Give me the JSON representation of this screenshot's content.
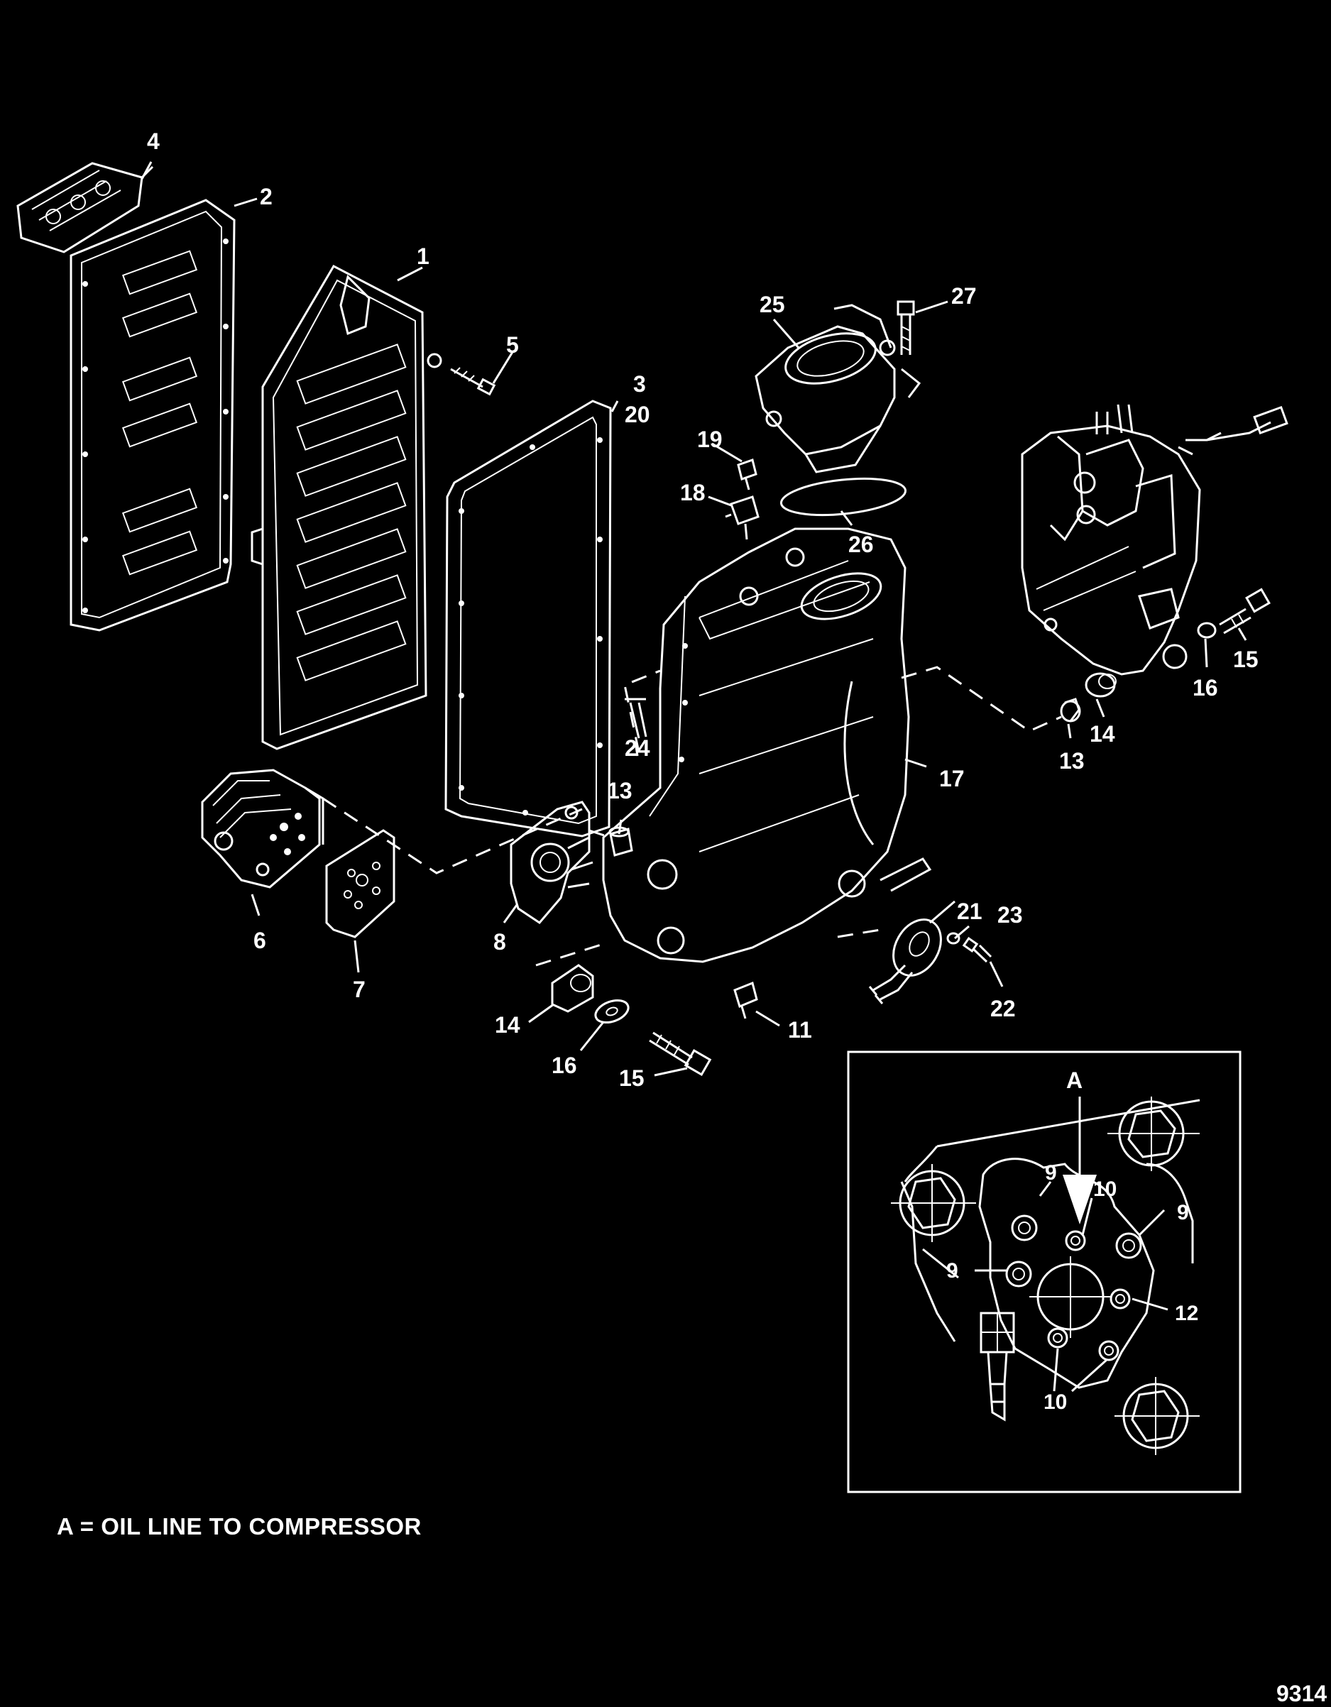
{
  "callouts": {
    "c1": "1",
    "c2": "2",
    "c3": "3",
    "c4": "4",
    "c5": "5",
    "c6": "6",
    "c7": "7",
    "c8": "8",
    "c11": "11",
    "c13a": "13",
    "c13b": "13",
    "c14a": "14",
    "c14b": "14",
    "c15a": "15",
    "c15b": "15",
    "c16a": "16",
    "c16b": "16",
    "c17": "17",
    "c18": "18",
    "c19": "19",
    "c20": "20",
    "c21": "21",
    "c22": "22",
    "c23": "23",
    "c24": "24",
    "c25": "25",
    "c26": "26",
    "c27": "27"
  },
  "inset": {
    "view_letter": "A",
    "c9a": "9",
    "c9b": "9",
    "c9c": "9",
    "c10a": "10",
    "c10b": "10",
    "c12": "12"
  },
  "legend": "A = OIL LINE TO COMPRESSOR",
  "figure_number": "9314"
}
